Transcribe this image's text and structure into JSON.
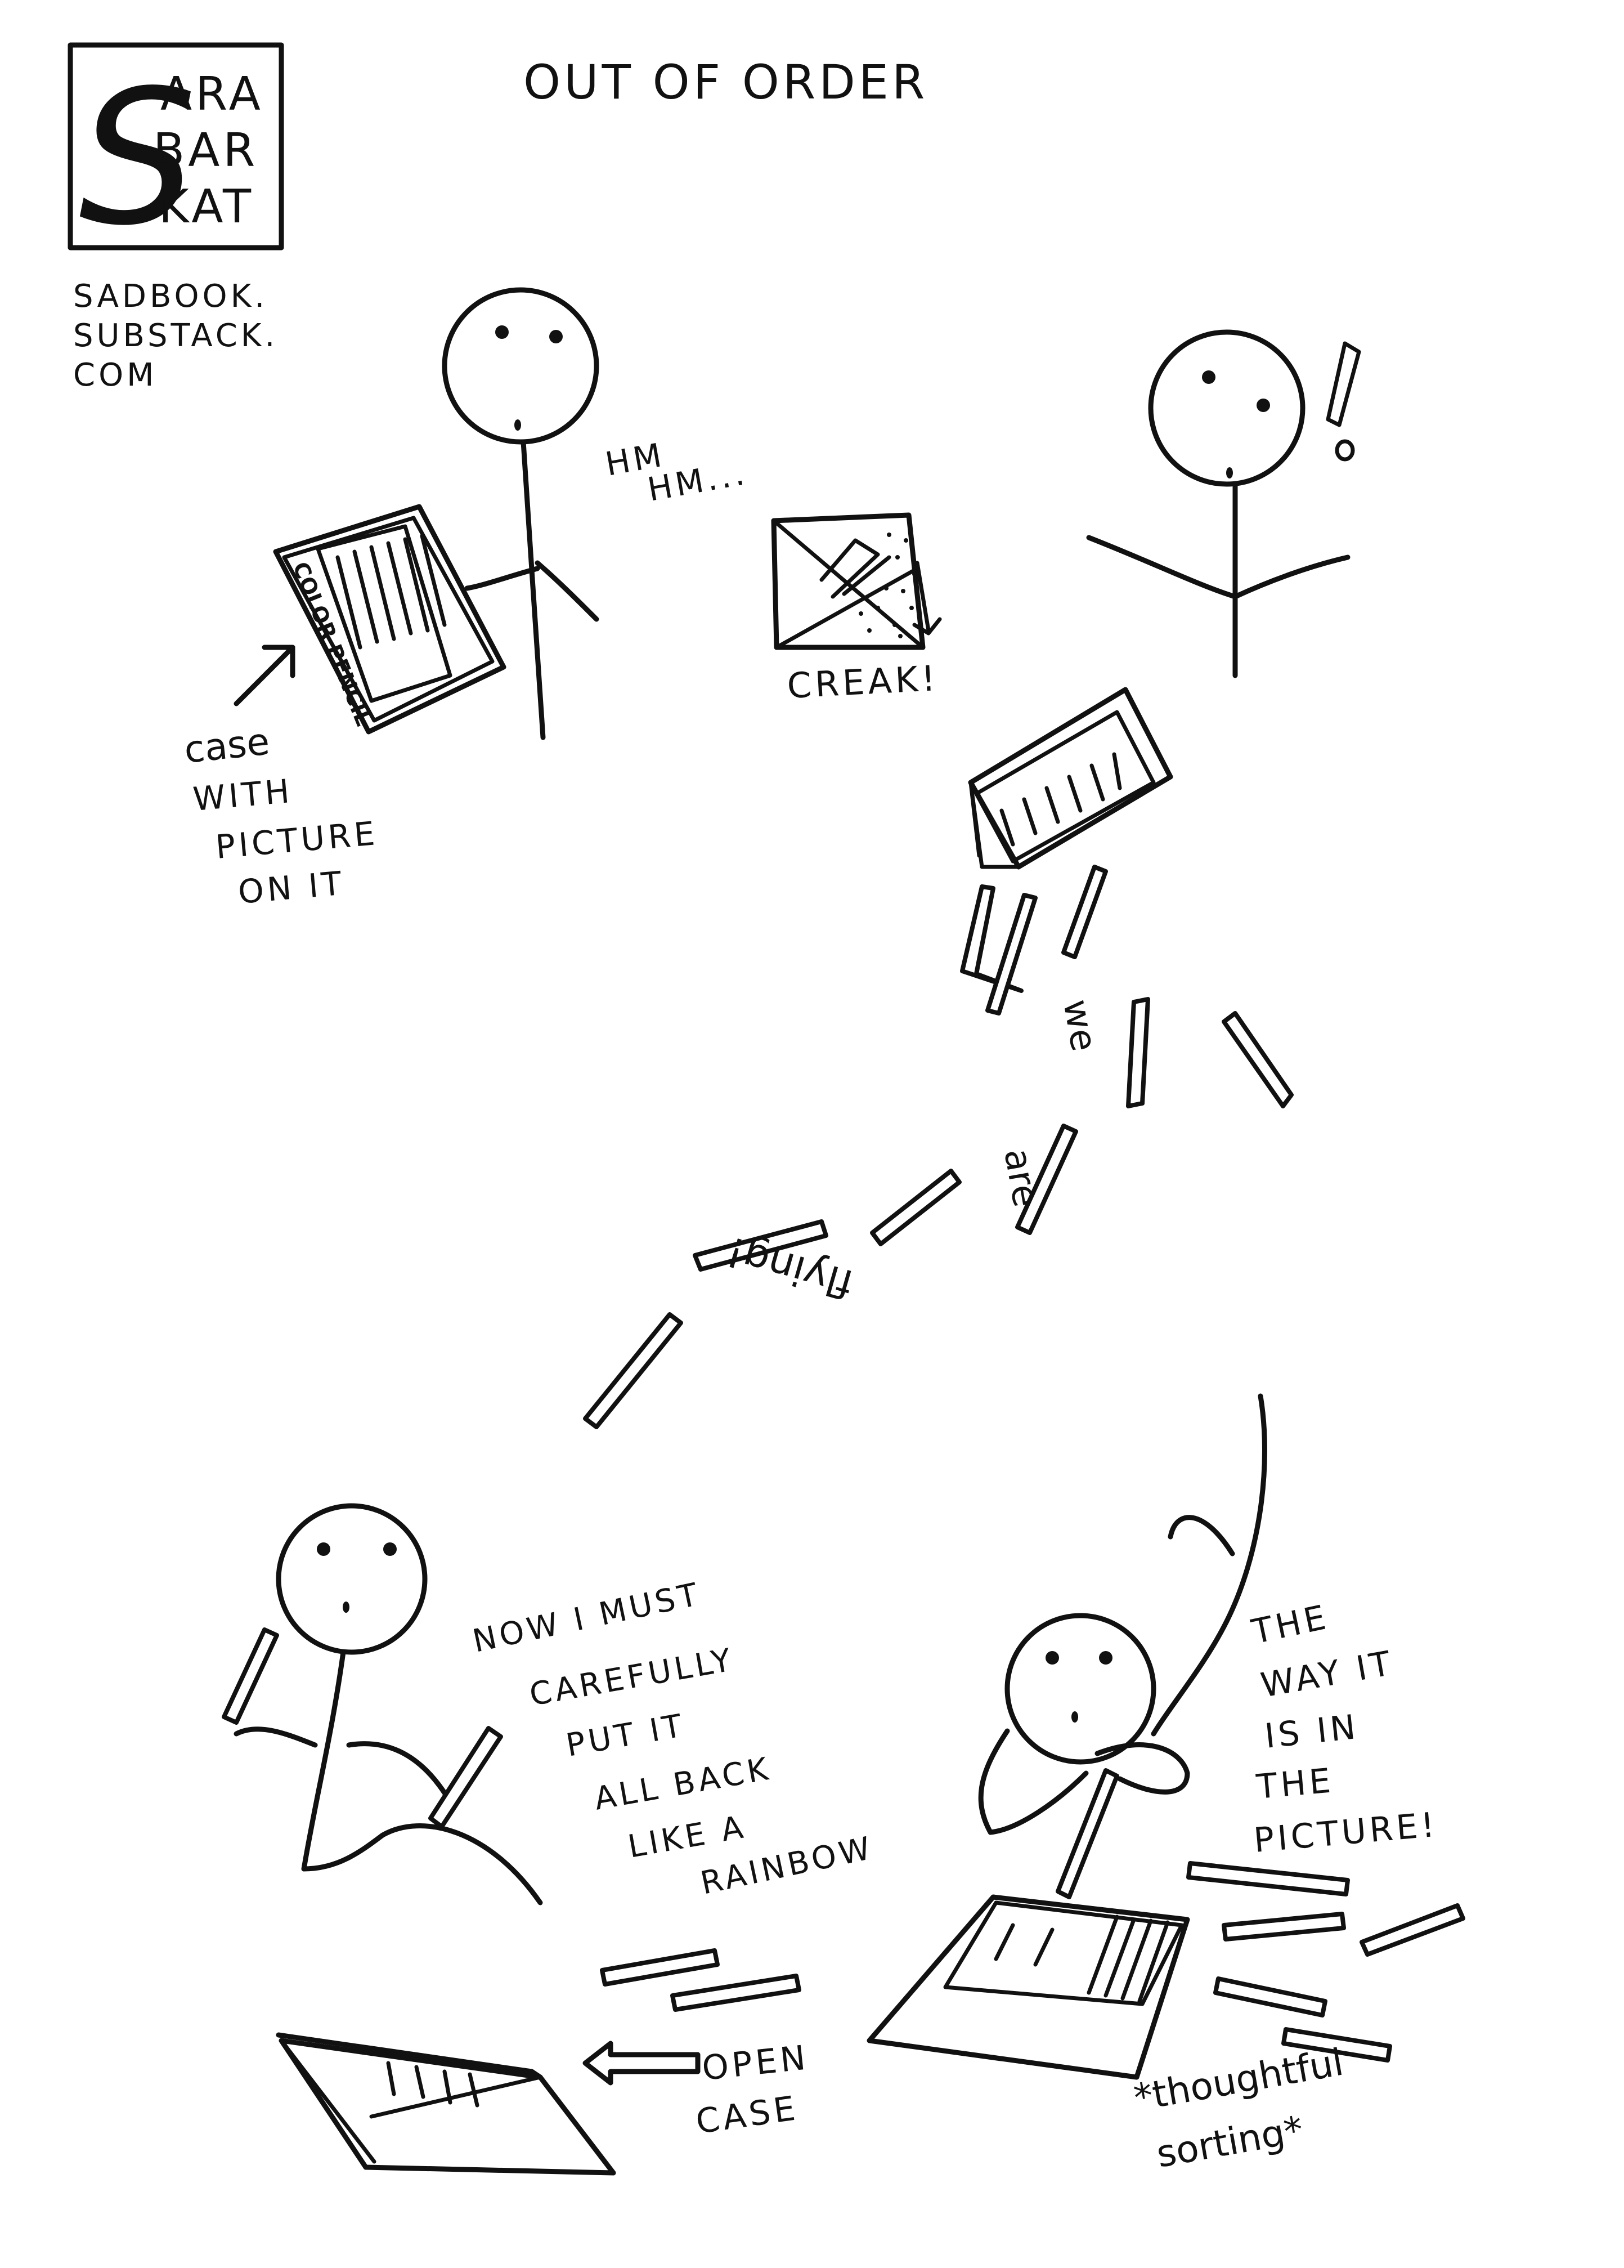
{
  "comic": {
    "title": "OUT OF ORDER",
    "logo": {
      "line1": "ARA",
      "line2": "BAR",
      "line3": "KAT",
      "initial": "S"
    },
    "credit": {
      "line1": "SADBOOK.",
      "line2": "SUBSTACK.",
      "line3": "COM"
    }
  },
  "panel1": {
    "speech_line1": "HM",
    "speech_line2": "HM...",
    "case_label": "COLOR PENCIL",
    "caption": [
      "case",
      "WITH",
      "PICTURE",
      "ON IT"
    ]
  },
  "panel2": {
    "sound": "CREAK!",
    "exclaim": "!"
  },
  "pencils_text": {
    "w1": "we",
    "w2": "are",
    "w3": "flying!"
  },
  "panel3": {
    "speech": [
      "NOW I MUST",
      "CAREFULLY",
      "PUT IT",
      "ALL BACK",
      "LIKE A",
      "RAINBOW"
    ],
    "case_caption": [
      "OPEN",
      "CASE"
    ]
  },
  "panel4": {
    "speech": [
      "THE",
      "WAY IT",
      "IS IN",
      "THE",
      "PICTURE!"
    ],
    "caption": [
      "*thoughtful",
      "sorting*"
    ]
  }
}
